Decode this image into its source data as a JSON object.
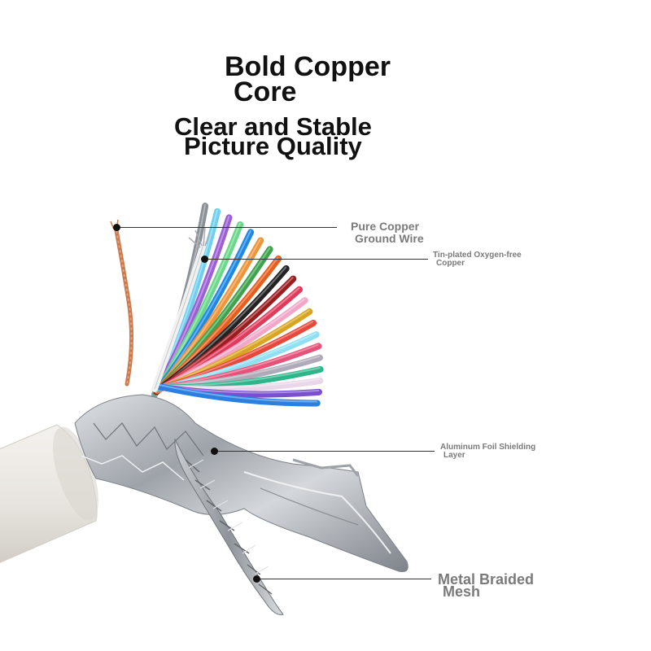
{
  "headline": {
    "line1a": "Bold Copper",
    "line1b": "Core",
    "line2a": "Clear and Stable",
    "line2b": "Picture Quality"
  },
  "callouts": {
    "ground_wire": [
      "Pure Copper",
      "Ground Wire"
    ],
    "tinned_copper": [
      "Tin-plated Oxygen-free",
      "Copper"
    ],
    "foil_shield": [
      "Aluminum Foil Shielding",
      "Layer"
    ],
    "braided_mesh": [
      "Metal Braided",
      "Mesh"
    ]
  },
  "wire_colors": [
    "#8a8f96",
    "#6fd0ee",
    "#9b5fd6",
    "#6ad88a",
    "#1e88e5",
    "#f0943a",
    "#3fa34d",
    "#e85d1c",
    "#222222",
    "#9b1d20",
    "#e23a5b",
    "#f2a6c8",
    "#d9a521",
    "#e8483a",
    "#8ee0f2",
    "#e8527a",
    "#b0aab8",
    "#2fb58a",
    "#e8d7e8",
    "#7a4fd0",
    "#2a7fe0"
  ],
  "colors": {
    "jacket": "#e9e6e1",
    "foil": "#b9bdc2",
    "copper": "#c87a4f",
    "label_gray": "#7a7a7a"
  }
}
